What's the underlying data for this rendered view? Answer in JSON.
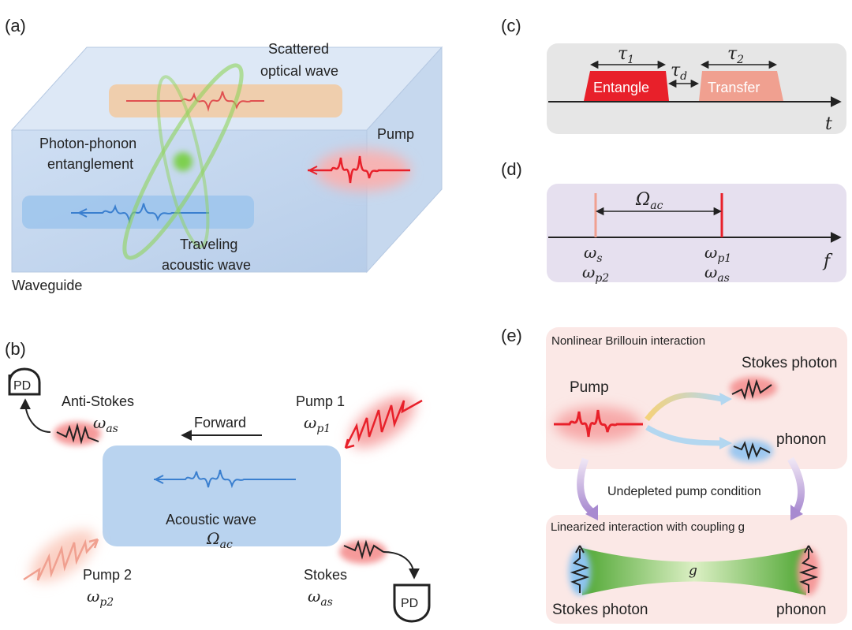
{
  "panels": {
    "a": {
      "letter": "(a)",
      "scattered_line1": "Scattered",
      "scattered_line2": "optical wave",
      "pump": "Pump",
      "entangle_line1": "Photon-phonon",
      "entangle_line2": "entanglement",
      "traveling_line1": "Traveling",
      "traveling_line2": "acoustic wave",
      "waveguide": "Waveguide"
    },
    "b": {
      "letter": "(b)",
      "pd_left": "PD",
      "anti_stokes": "Anti-Stokes",
      "omega_as_top": "ω",
      "omega_as_top_sub": "as",
      "forward": "Forward",
      "pump1": "Pump 1",
      "omega_p1": "ω",
      "omega_p1_sub": "p1",
      "acoustic": "Acoustic wave",
      "omega_ac": "Ω",
      "omega_ac_sub": "ac",
      "pump2": "Pump 2",
      "omega_p2": "ω",
      "omega_p2_sub": "p2",
      "stokes": "Stokes",
      "omega_as_bot": "ω",
      "omega_as_bot_sub": "as",
      "pd_right": "PD"
    },
    "c": {
      "letter": "(c)",
      "entangle": "Entangle",
      "transfer": "Transfer",
      "tau1": "τ",
      "tau1_sub": "1",
      "tau2": "τ",
      "tau2_sub": "2",
      "taud": "τ",
      "taud_sub": "d",
      "axis": "t"
    },
    "d": {
      "letter": "(d)",
      "Omega": "Ω",
      "Omega_sub": "ac",
      "ws": "ω",
      "ws_sub": "s",
      "wp2": "ω",
      "wp2_sub": "p2",
      "wp1": "ω",
      "wp1_sub": "p1",
      "was": "ω",
      "was_sub": "as",
      "axis": "f"
    },
    "e": {
      "letter": "(e)",
      "title_top": "Nonlinear Brillouin interaction",
      "pump": "Pump",
      "stokes_photon_top": "Stokes photon",
      "phonon_top": "phonon",
      "undepleted": "Undepleted pump condition",
      "title_bottom": "Linearized interaction with coupling g",
      "g": "g",
      "stokes_photon_bottom": "Stokes photon",
      "phonon_bottom": "phonon"
    }
  },
  "colors": {
    "red": "#e8202a",
    "pink": "#f0a090",
    "blue": "#4d8fd6",
    "green": "#79c83c",
    "panel_grey": "#e6e6e6",
    "panel_lilac": "#e6e0ef",
    "panel_pink": "#fbe8e6"
  }
}
